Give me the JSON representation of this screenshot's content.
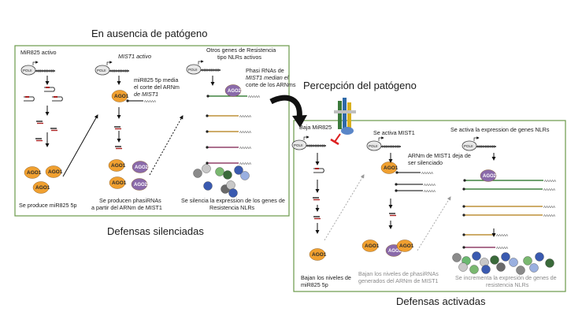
{
  "titles": {
    "absence": "En ausencia de patógeno",
    "perception": "Percepción del patógeno",
    "silenced": "Defensas silenciadas",
    "activated": "Defensas activadas"
  },
  "left_panel": {
    "col1_top": "MiR825 activo",
    "col1_bottom": "Se produce miR825 5p",
    "col2_top": "MIST1 activo",
    "col2_mid": [
      "miR825 5p media",
      "el corte del ARNm",
      "de MIST1"
    ],
    "col2_bottom": [
      "Se producen phasiRNAs",
      "a partir del ARNm de MIST1"
    ],
    "col3_top": [
      "Otros genes de Resistencia",
      "tipo NLRs activos"
    ],
    "col3_mid": [
      "Phasi RNAs de",
      "MIST1 median el",
      "corte de los ARNms"
    ],
    "col3_bottom": [
      "Se silencia la expression de los genes de",
      "Resistencia NLRs"
    ]
  },
  "right_panel": {
    "col1_top": "Baja MiR825",
    "col1_bottom": [
      "Bajan los niveles de",
      "miR825 5p"
    ],
    "col2_top": "Se activa MIST1",
    "col2_mid": [
      "ARNm de MIST1 deja de",
      "ser silenciado"
    ],
    "col2_bottom": [
      "Bajan los niveles de phasiRNAs",
      "generados del ARNm de MIST1"
    ],
    "col3_top": "Se activa la expression de genes NLRs",
    "col3_bottom": [
      "Se incrementa la expresión de genes de",
      "resistencia NLRs"
    ]
  },
  "labels": {
    "polii": "POLII",
    "ago1": "AGO1",
    "ago2": "AGO2",
    "polya": "AAAAA"
  },
  "colors": {
    "panel_border": "#6a9a4a",
    "ago1": "#f0a030",
    "ago2": "#8a6aaa",
    "arrow": "#111111",
    "inhibit": "#dd2222"
  }
}
